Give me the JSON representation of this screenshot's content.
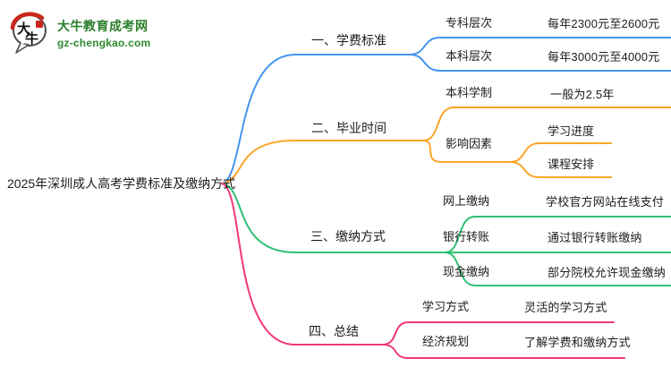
{
  "logo": {
    "icon_char_top": "大",
    "icon_char_bottom": "牛",
    "title": "大牛教育成考网",
    "subtitle": "gz-chengkao.com"
  },
  "central": {
    "title": "2025年深圳成人高考学费标准及缴纳方式"
  },
  "colors": {
    "branch1_blue": "#4496F0",
    "branch2_orange": "#FAA629",
    "branch3_green": "#2FC175",
    "branch4_pink": "#F2377D",
    "logo_green": "#2A7E2A",
    "logo_red": "#C9281C",
    "text": "#1C1C1C"
  },
  "branches": [
    {
      "label": "一、学费标准",
      "children": [
        {
          "label": "专科层次",
          "value": "每年2300元至2600元"
        },
        {
          "label": "本科层次",
          "value": "每年3000元至4000元"
        }
      ]
    },
    {
      "label": "二、毕业时间",
      "children": [
        {
          "label": "本科学制",
          "value": "一般为2.5年"
        },
        {
          "label": "影响因素",
          "children": [
            {
              "label": "学习进度"
            },
            {
              "label": "课程安排"
            }
          ]
        }
      ]
    },
    {
      "label": "三、缴纳方式",
      "children": [
        {
          "label": "网上缴纳",
          "value": "学校官方网站在线支付"
        },
        {
          "label": "银行转账",
          "value": "通过银行转账缴纳"
        },
        {
          "label": "现金缴纳",
          "value": "部分院校允许现金缴纳"
        }
      ]
    },
    {
      "label": "四、总结",
      "children": [
        {
          "label": "学习方式",
          "value": "灵活的学习方式"
        },
        {
          "label": "经济规划",
          "value": "了解学费和缴纳方式"
        }
      ]
    }
  ]
}
